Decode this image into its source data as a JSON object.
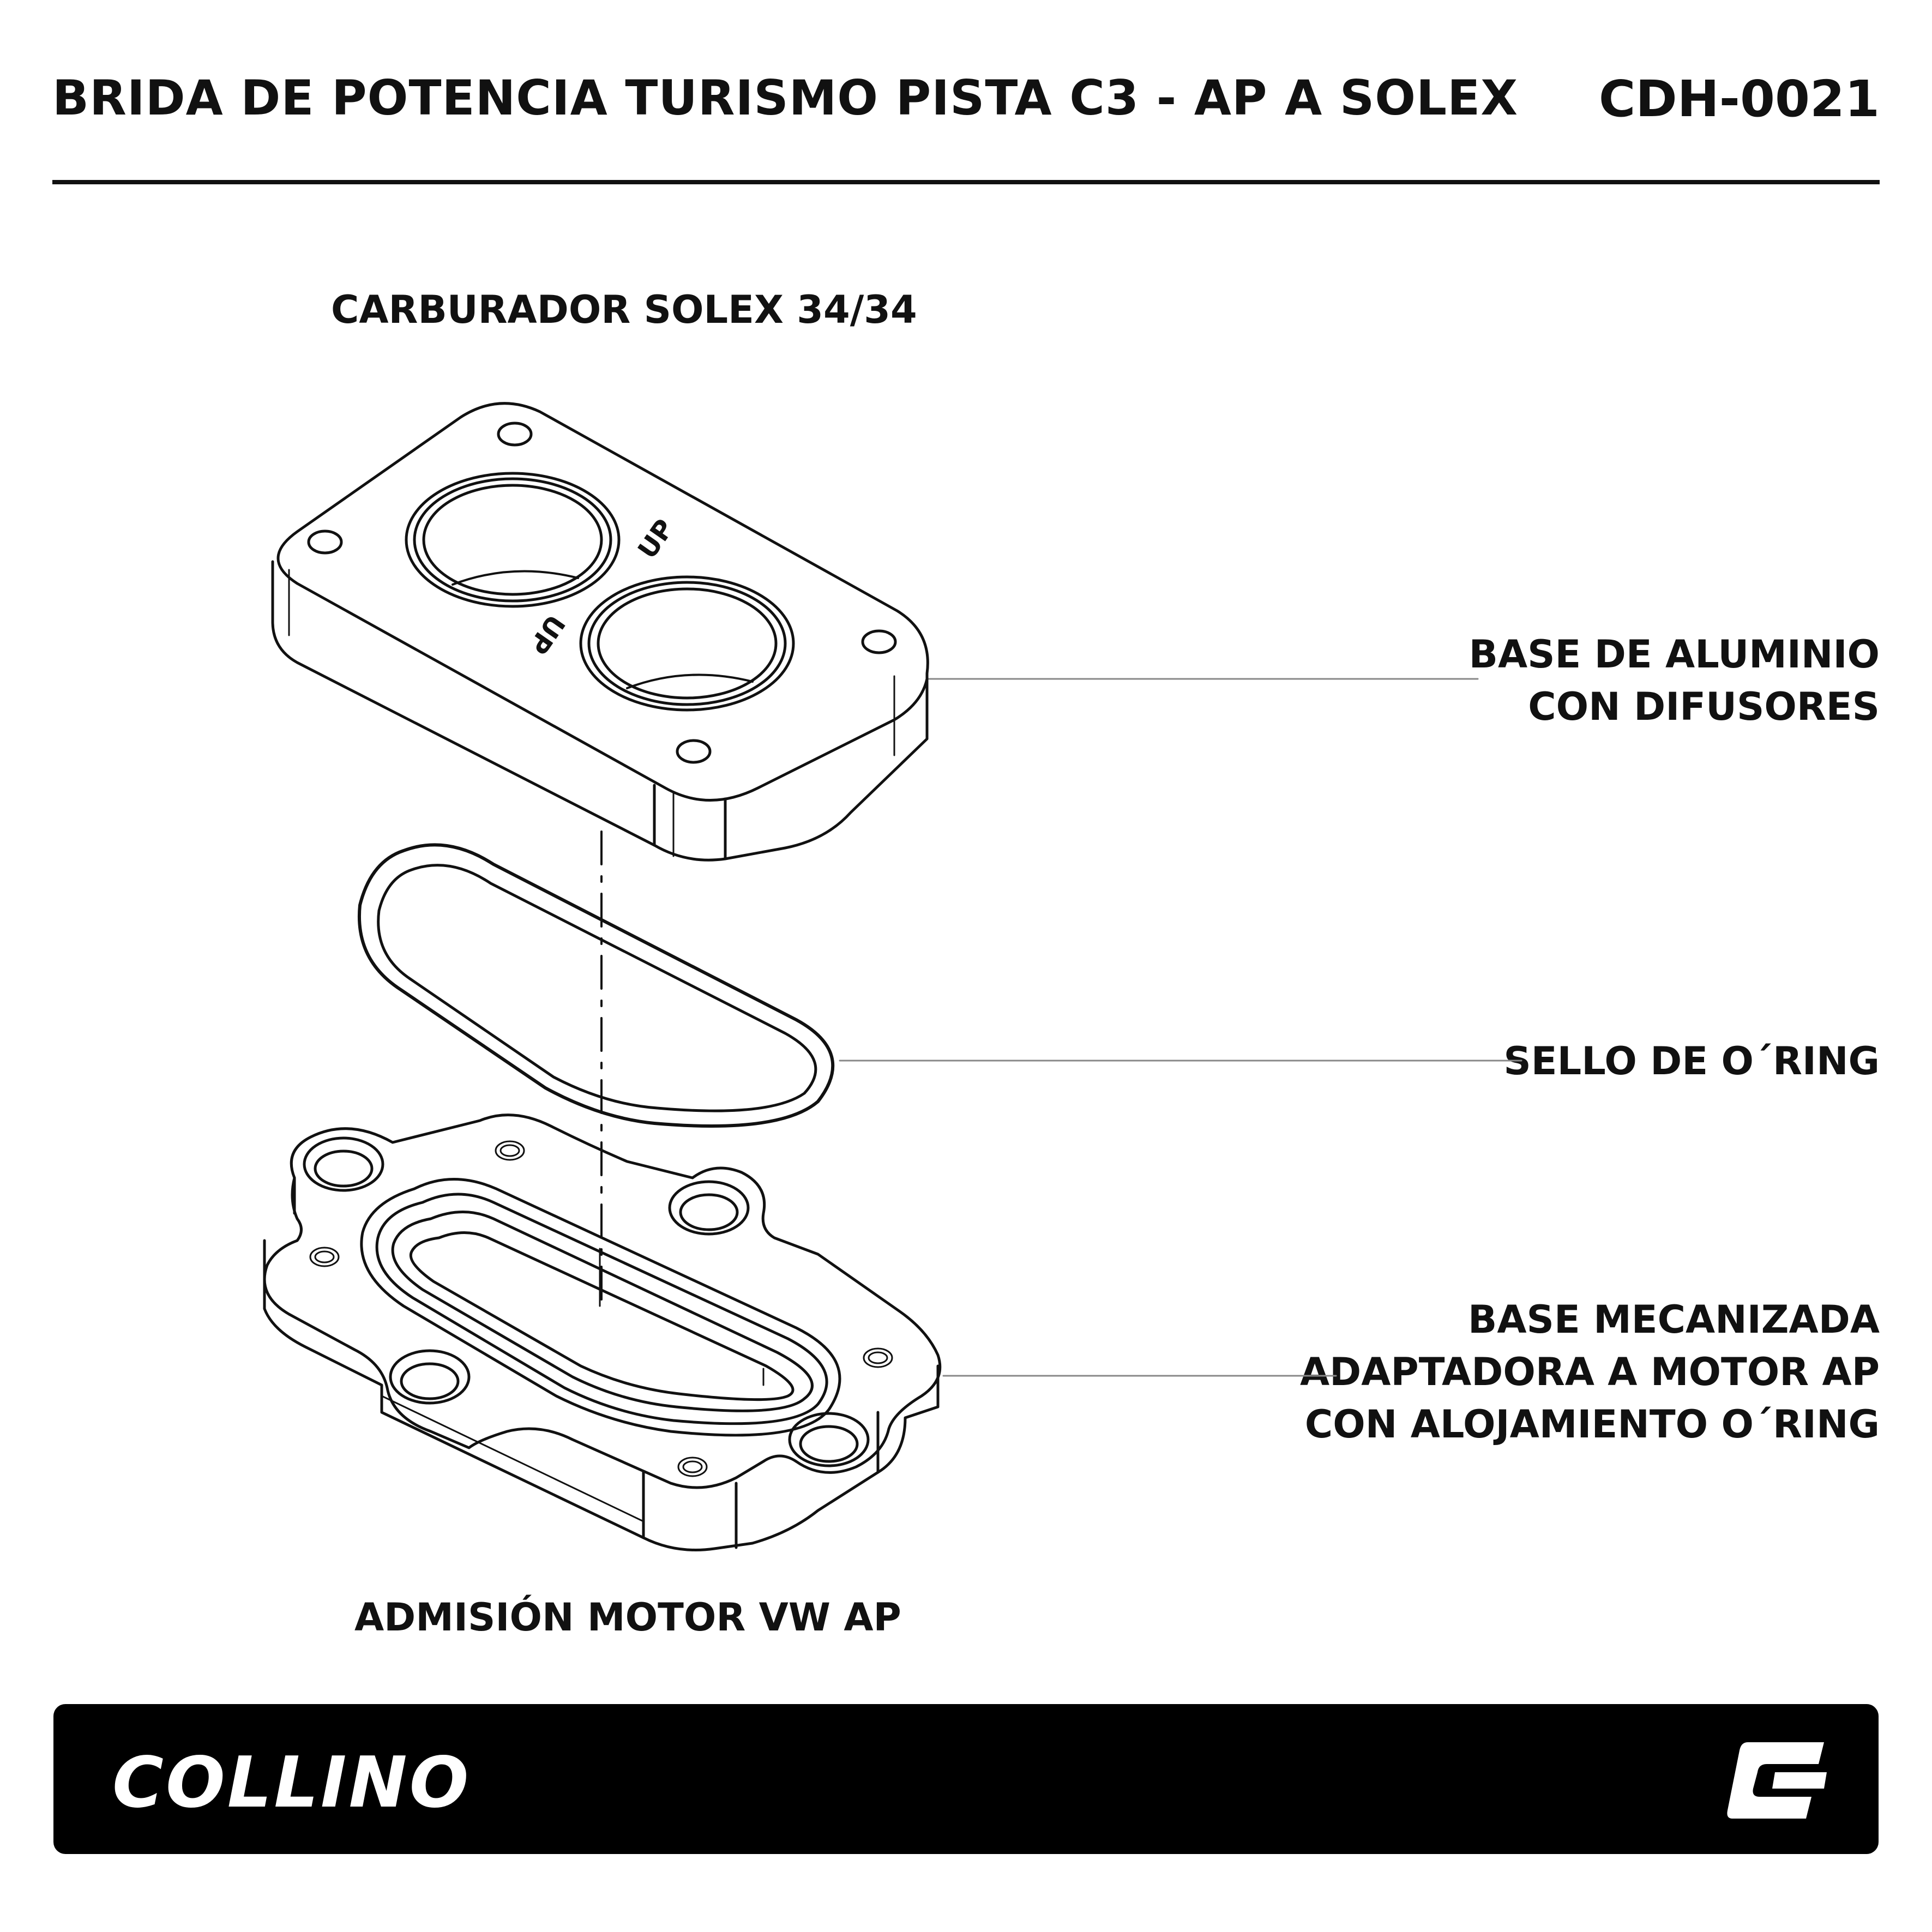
{
  "header": {
    "title": "BRIDA DE POTENCIA TURISMO PISTA C3 - AP A SOLEX",
    "code": "CDH-0021"
  },
  "labels": {
    "top": "CARBURADOR SOLEX 34/34",
    "base_aluminio": [
      "BASE DE ALUMINIO",
      "CON DIFUSORES"
    ],
    "sello": "SELLO DE O´RING",
    "base_mecanizada": [
      "BASE MECANIZADA",
      "ADAPTADORA A MOTOR AP",
      "CON ALOJAMIENTO O´RING"
    ],
    "bottom": "ADMISIÓN MOTOR VW AP",
    "engraving_up": "UP"
  },
  "footer": {
    "brand": "COLLINO",
    "logo_icon": "collino-c-logo-icon",
    "background": "#000000",
    "text_color": "#ffffff"
  }
}
